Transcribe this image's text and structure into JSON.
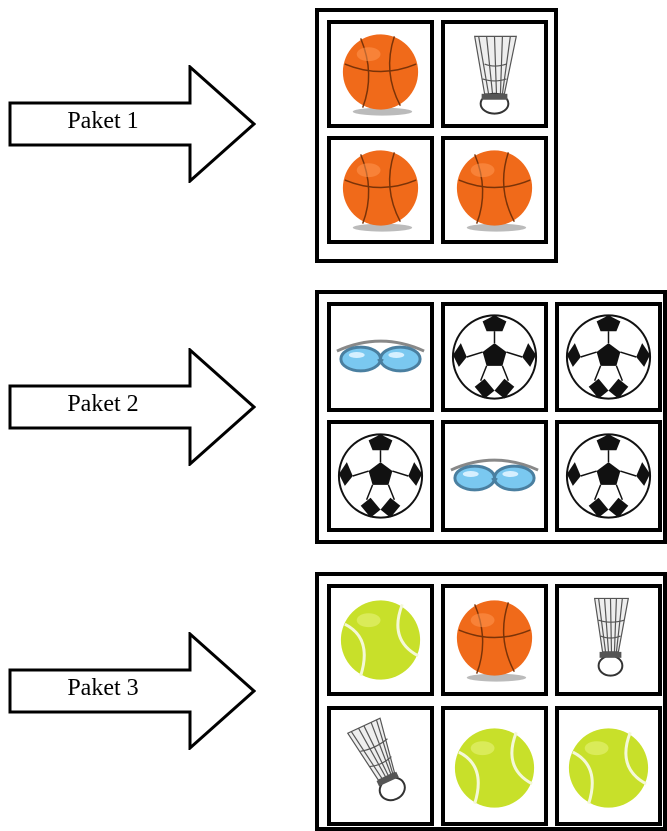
{
  "packages": [
    {
      "label": "Paket 1",
      "items": [
        "basketball",
        "shuttlecock",
        "basketball",
        "basketball"
      ]
    },
    {
      "label": "Paket 2",
      "items": [
        "swim-goggles",
        "soccer-ball",
        "soccer-ball",
        "soccer-ball",
        "swim-goggles",
        "soccer-ball"
      ]
    },
    {
      "label": "Paket 3",
      "items": [
        "tennis-ball",
        "basketball",
        "shuttlecock",
        "shuttlecock",
        "tennis-ball",
        "tennis-ball"
      ]
    }
  ],
  "colors": {
    "basketball": "#f06a1a",
    "tennis_ball": "#c8e02a",
    "goggles": "#7ac8f0",
    "soccer_black": "#111111"
  }
}
